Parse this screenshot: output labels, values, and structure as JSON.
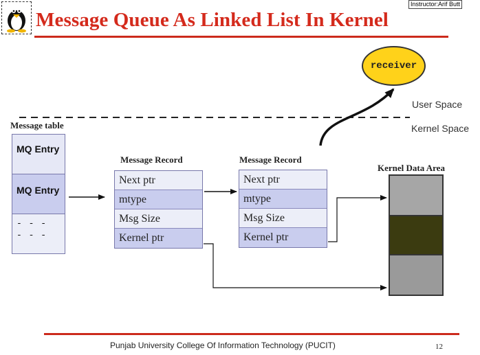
{
  "header": {
    "instructor": "Instructor:Arif Butt",
    "title": "Message Queue As Linked List In Kernel"
  },
  "diagram": {
    "receiver": "receiver",
    "user_space": "User Space",
    "kernel_space": "Kernel Space",
    "message_table": {
      "label": "Message table",
      "entries": [
        "MQ Entry",
        "MQ Entry"
      ],
      "more": "- - -\n- - -"
    },
    "records": [
      {
        "label": "Message Record",
        "fields": [
          "Next ptr",
          "mtype",
          "Msg Size",
          "Kernel ptr"
        ]
      },
      {
        "label": "Message Record",
        "fields": [
          "Next ptr",
          "mtype",
          "Msg Size",
          "Kernel ptr"
        ]
      }
    ],
    "kernel_data_area": "Kernel Data Area"
  },
  "footer": {
    "institution": "Punjab University College Of Information Technology (PUCIT)",
    "page": "12"
  },
  "colors": {
    "title": "#d42a1c",
    "rule": "#cc2a1c",
    "receiver_fill": "#ffd21a",
    "cell_light": "#eceef8",
    "cell_dark": "#c9cdee"
  },
  "icons": {
    "logo": "penguin-icon"
  }
}
